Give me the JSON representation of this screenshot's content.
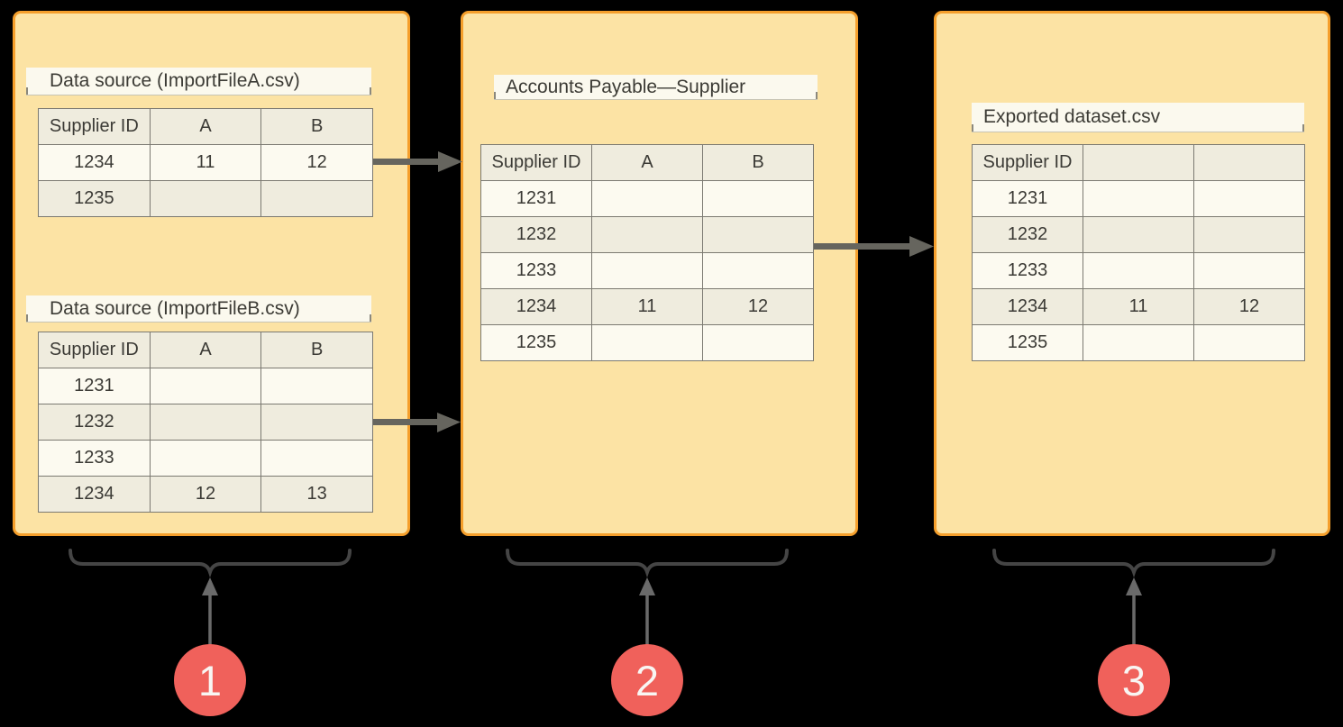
{
  "diagram": {
    "panels": [
      {
        "id": "data-sources",
        "tables": [
          {
            "title": "Data source (ImportFileA.csv)",
            "columns": [
              "Supplier ID",
              "A",
              "B"
            ],
            "rows": [
              [
                "1234",
                "11",
                "12"
              ],
              [
                "1235",
                "",
                ""
              ]
            ]
          },
          {
            "title": "Data source (ImportFileB.csv)",
            "columns": [
              "Supplier ID",
              "A",
              "B"
            ],
            "rows": [
              [
                "1231",
                "",
                ""
              ],
              [
                "1232",
                "",
                ""
              ],
              [
                "1233",
                "",
                ""
              ],
              [
                "1234",
                "12",
                "13"
              ]
            ]
          }
        ]
      },
      {
        "id": "accounts-payable",
        "tables": [
          {
            "title": "Accounts Payable—Supplier",
            "columns": [
              "Supplier ID",
              "A",
              "B"
            ],
            "rows": [
              [
                "1231",
                "",
                ""
              ],
              [
                "1232",
                "",
                ""
              ],
              [
                "1233",
                "",
                ""
              ],
              [
                "1234",
                "11",
                "12"
              ],
              [
                "1235",
                "",
                ""
              ]
            ]
          }
        ]
      },
      {
        "id": "exported-dataset",
        "tables": [
          {
            "title": "Exported dataset.csv",
            "columns": [
              "Supplier ID",
              "",
              ""
            ],
            "rows": [
              [
                "1231",
                "",
                ""
              ],
              [
                "1232",
                "",
                ""
              ],
              [
                "1233",
                "",
                ""
              ],
              [
                "1234",
                "11",
                "12"
              ],
              [
                "1235",
                "",
                ""
              ]
            ]
          }
        ]
      }
    ],
    "steps": [
      {
        "label": "1"
      },
      {
        "label": "2"
      },
      {
        "label": "3"
      }
    ],
    "colors": {
      "background": "#000000",
      "panel_fill": "#FCE3A4",
      "panel_border": "#F59F2C",
      "label_bg": "#FBF9EE",
      "table_header_bg": "#EFECDE",
      "table_row_cream": "#FCFAF0",
      "table_row_beige": "#EFECDE",
      "table_border": "#7B7971",
      "arrow_gray": "#66655E",
      "brace_gray": "#454545",
      "vertical_arrow_gray": "#6A6A6A",
      "badge_red": "#F0615B",
      "badge_text": "#F8F6F3"
    }
  }
}
